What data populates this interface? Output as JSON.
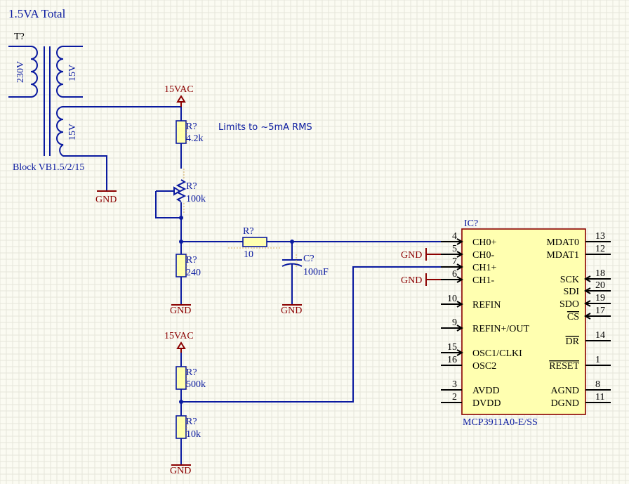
{
  "title": "1.5VA  Total",
  "note": "Limits to ~5mA RMS",
  "transformer": {
    "designator": "T?",
    "part": "Block VB1.5/2/15",
    "primary": "230V",
    "secondary1": "15V",
    "secondary2": "15V"
  },
  "power_ports": {
    "vac_top": "15VAC",
    "vac_bottom": "15VAC",
    "gnd": "GND"
  },
  "components": {
    "r_limit": {
      "designator": "R?",
      "value": "4.2k"
    },
    "r_pot": {
      "designator": "R?",
      "value": "100k"
    },
    "r_shunt": {
      "designator": "R?",
      "value": "240"
    },
    "r_series": {
      "designator": "R?",
      "value": "10"
    },
    "cap": {
      "designator": "C?",
      "value": "100nF"
    },
    "r_div_top": {
      "designator": "R?",
      "value": "500k"
    },
    "r_div_bot": {
      "designator": "R?",
      "value": "10k"
    }
  },
  "ic": {
    "designator": "IC?",
    "part": "MCP3911A0-E/SS",
    "left_pins": [
      {
        "num": "4",
        "name": "CH0+"
      },
      {
        "num": "5",
        "name": "CH0-"
      },
      {
        "num": "7",
        "name": "CH1+"
      },
      {
        "num": "6",
        "name": "CH1-"
      },
      {
        "num": "10",
        "name": "REFIN"
      },
      {
        "num": "9",
        "name": "REFIN+/OUT"
      },
      {
        "num": "15",
        "name": "OSC1/CLKI"
      },
      {
        "num": "16",
        "name": "OSC2"
      },
      {
        "num": "3",
        "name": "AVDD"
      },
      {
        "num": "2",
        "name": "DVDD"
      }
    ],
    "right_pins": [
      {
        "num": "13",
        "name": "MDAT0"
      },
      {
        "num": "12",
        "name": "MDAT1"
      },
      {
        "num": "18",
        "name": "SCK"
      },
      {
        "num": "20",
        "name": "SDI"
      },
      {
        "num": "19",
        "name": "SDO"
      },
      {
        "num": "17",
        "name": "CS"
      },
      {
        "num": "14",
        "name": "DR"
      },
      {
        "num": "1",
        "name": "RESET"
      },
      {
        "num": "8",
        "name": "AGND"
      },
      {
        "num": "11",
        "name": "DGND"
      }
    ]
  }
}
